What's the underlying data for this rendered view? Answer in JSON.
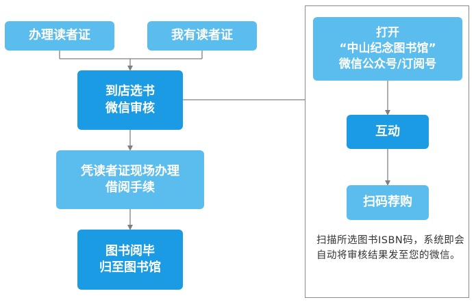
{
  "left_flow": {
    "apply_card": "办理读者证",
    "have_card": "我有读者证",
    "store_verify": "到店选书\n微信审核",
    "borrow": "凭读者证现场办理\n借阅手续",
    "return": "图书阅毕\n归至图书馆"
  },
  "right_flow": {
    "open_wechat": "打开\n“中山纪念图书馆”\n微信公众号/订阅号",
    "interact": "互动",
    "scan": "扫码荐购",
    "note": "扫描所选图书ISBN码，系统即会自动将审核结果发至您的微信。"
  },
  "colors": {
    "light_box": "#5bbcee",
    "dark_box": "#1a9be3",
    "connector": "#7f7f7f",
    "panel_border": "#8a8a8a"
  }
}
